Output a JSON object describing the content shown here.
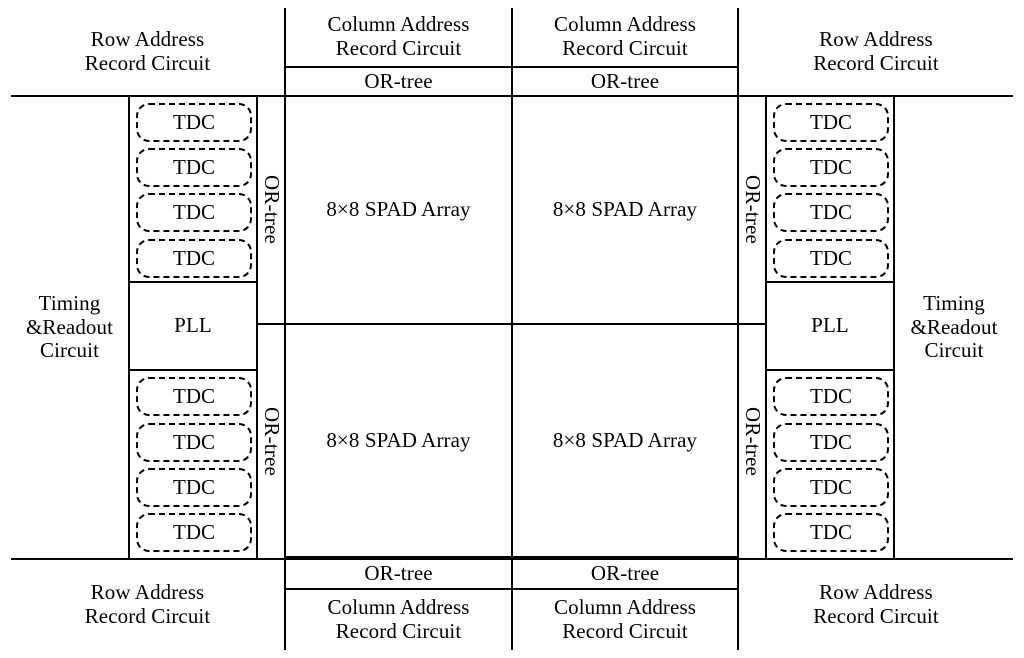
{
  "diagram": {
    "title": "SPAD sensor floorplan block diagram",
    "line_color": "#000000",
    "background": "#ffffff",
    "top": {
      "row_address_left": "Row Address\nRecord Circuit",
      "column_address_1": "Column Address\nRecord Circuit",
      "or_tree_1": "OR-tree",
      "column_address_2": "Column Address\nRecord Circuit",
      "or_tree_2": "OR-tree",
      "row_address_right": "Row Address\nRecord Circuit"
    },
    "left_side": {
      "timing_readout": "Timing\n&Readout\nCircuit",
      "pll": "PLL",
      "or_tree_upper": "OR-tree",
      "or_tree_lower": "OR-tree",
      "tdc_upper": [
        "TDC",
        "TDC",
        "TDC",
        "TDC"
      ],
      "tdc_lower": [
        "TDC",
        "TDC",
        "TDC",
        "TDC"
      ]
    },
    "right_side": {
      "timing_readout": "Timing\n&Readout\nCircuit",
      "pll": "PLL",
      "or_tree_upper": "OR-tree",
      "or_tree_lower": "OR-tree",
      "tdc_upper": [
        "TDC",
        "TDC",
        "TDC",
        "TDC"
      ],
      "tdc_lower": [
        "TDC",
        "TDC",
        "TDC",
        "TDC"
      ]
    },
    "core": {
      "spad_top_left": "8×8 SPAD Array",
      "spad_top_right": "8×8 SPAD Array",
      "spad_bottom_left": "8×8 SPAD Array",
      "spad_bottom_right": "8×8 SPAD Array"
    },
    "bottom": {
      "row_address_left": "Row Address\nRecord Circuit",
      "or_tree_1": "OR-tree",
      "column_address_1": "Column Address\nRecord Circuit",
      "or_tree_2": "OR-tree",
      "column_address_2": "Column Address\nRecord Circuit",
      "row_address_right": "Row Address\nRecord Circuit"
    }
  }
}
